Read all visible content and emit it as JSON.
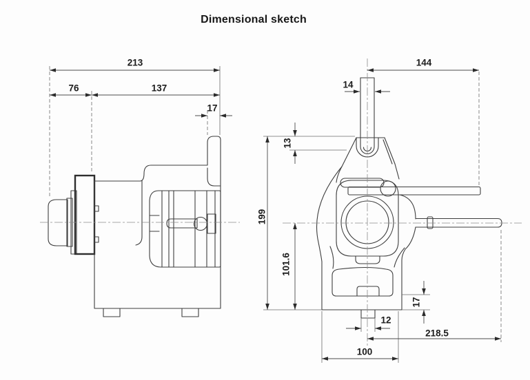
{
  "title": "Dimensional sketch",
  "dimensions": {
    "left_view": {
      "overall_length": "213",
      "front_section": "76",
      "body_section": "137",
      "tab_width": "17"
    },
    "right_view": {
      "center_to_arm_end": "144",
      "stem_width": "14",
      "clevis_offset": "13",
      "overall_height": "199",
      "shaft_center_height": "101.6",
      "foot_height": "17",
      "stub_width": "12",
      "center_to_shaft_end": "218.5",
      "base_width": "100"
    }
  }
}
